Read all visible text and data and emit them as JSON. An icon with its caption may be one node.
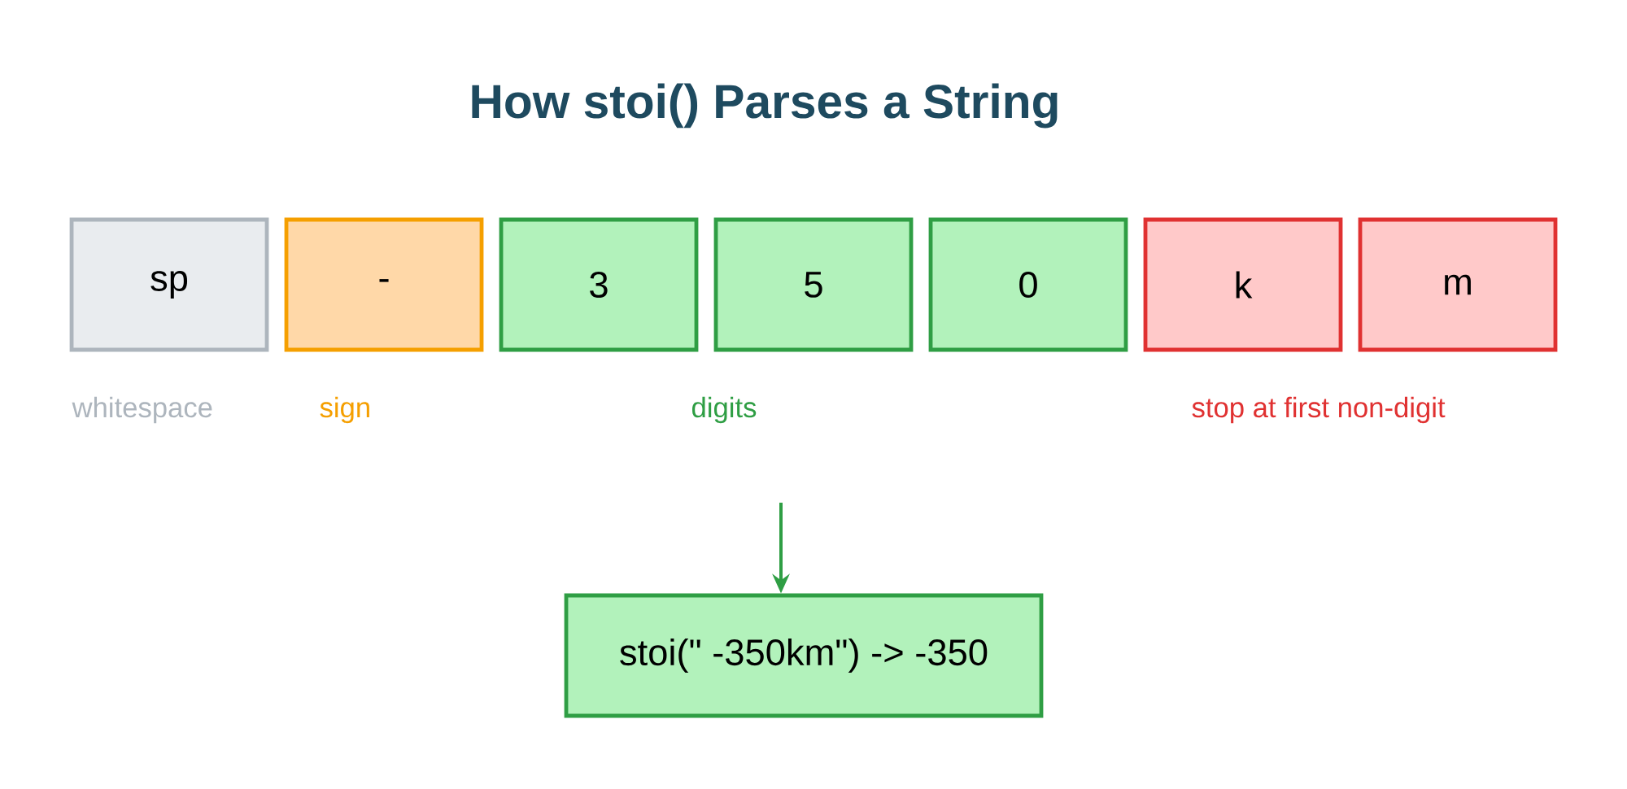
{
  "diagram": {
    "title": "How stoi() Parses a String",
    "nodes": [
      {
        "text": [
          "sp"
        ]
      },
      {
        "text": [
          "-"
        ]
      },
      {
        "text": [
          "3"
        ]
      },
      {
        "text": [
          "5"
        ]
      },
      {
        "text": [
          "0"
        ]
      },
      {
        "text": [
          "k"
        ]
      },
      {
        "text": [
          "m"
        ]
      },
      {
        "text": [
          "stoi(\" -350km\") -> -350"
        ]
      }
    ],
    "edges": [
      {
        "from": null,
        "to": 7,
        "arrow": "to"
      }
    ],
    "labels": [
      "whitespace",
      "sign",
      "digits",
      "stop at first non-digit"
    ]
  }
}
